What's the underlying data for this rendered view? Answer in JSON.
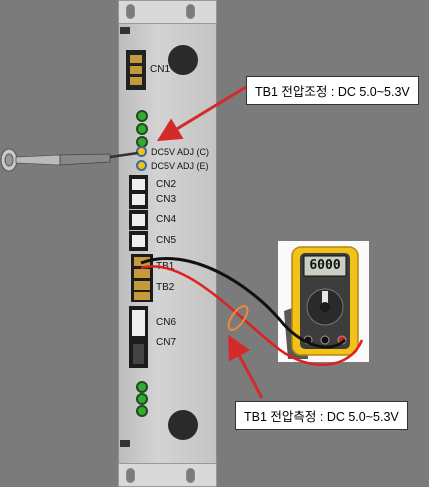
{
  "board": {
    "connectors": {
      "cn1": "CN1",
      "cn2": "CN2",
      "cn3": "CN3",
      "cn4": "CN4",
      "cn5": "CN5",
      "tb1": "TB1",
      "tb2": "TB2",
      "cn6": "CN6",
      "cn7": "CN7"
    },
    "adj_c": "DC5V ADJ (C)",
    "adj_e": "DC5V ADJ (E)"
  },
  "callouts": {
    "adjust": "TB1 전압조정 : DC 5.0~5.3V",
    "measure": "TB1 전압측정 : DC 5.0~5.3V"
  },
  "multimeter": {
    "display": "6000"
  },
  "colors": {
    "arrow": "#d42a2a",
    "probe_red": "#e02020",
    "probe_black": "#111111",
    "meter_body": "#f2c21a",
    "trimmer": "#f2c21a"
  }
}
